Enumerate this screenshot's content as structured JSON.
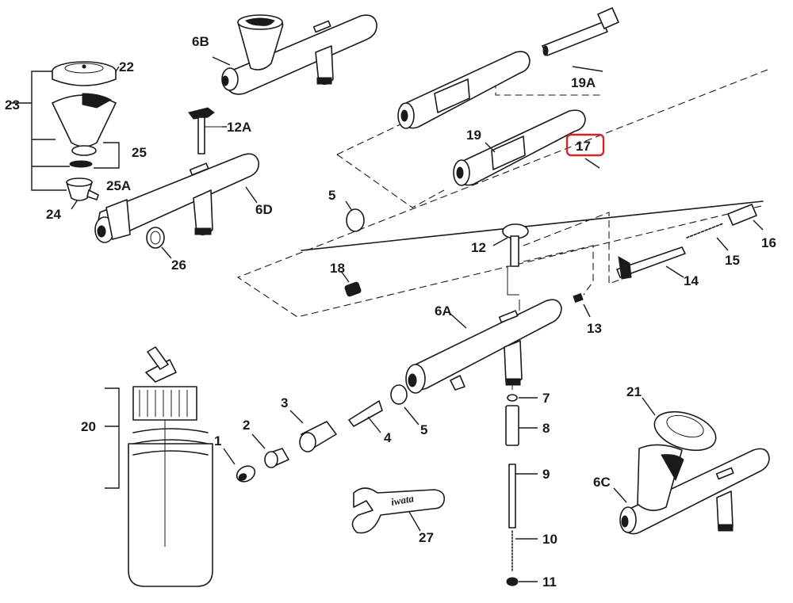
{
  "highlight": {
    "label": "17",
    "color": "#d0252c"
  },
  "labels": [
    {
      "id": "22",
      "text": "22"
    },
    {
      "id": "23",
      "text": "23"
    },
    {
      "id": "25",
      "text": "25"
    },
    {
      "id": "25A",
      "text": "25A"
    },
    {
      "id": "24",
      "text": "24"
    },
    {
      "id": "6B",
      "text": "6B"
    },
    {
      "id": "12A",
      "text": "12A"
    },
    {
      "id": "6D",
      "text": "6D"
    },
    {
      "id": "26",
      "text": "26"
    },
    {
      "id": "19A",
      "text": "19A"
    },
    {
      "id": "19",
      "text": "19"
    },
    {
      "id": "17",
      "text": "17"
    },
    {
      "id": "5a",
      "text": "5"
    },
    {
      "id": "18",
      "text": "18"
    },
    {
      "id": "12",
      "text": "12"
    },
    {
      "id": "16",
      "text": "16"
    },
    {
      "id": "15",
      "text": "15"
    },
    {
      "id": "14",
      "text": "14"
    },
    {
      "id": "13",
      "text": "13"
    },
    {
      "id": "6A",
      "text": "6A"
    },
    {
      "id": "7",
      "text": "7"
    },
    {
      "id": "8",
      "text": "8"
    },
    {
      "id": "9",
      "text": "9"
    },
    {
      "id": "10",
      "text": "10"
    },
    {
      "id": "11",
      "text": "11"
    },
    {
      "id": "21",
      "text": "21"
    },
    {
      "id": "6C",
      "text": "6C"
    },
    {
      "id": "20",
      "text": "20"
    },
    {
      "id": "1",
      "text": "1"
    },
    {
      "id": "2",
      "text": "2"
    },
    {
      "id": "3",
      "text": "3"
    },
    {
      "id": "4",
      "text": "4"
    },
    {
      "id": "5b",
      "text": "5"
    },
    {
      "id": "27",
      "text": "27"
    }
  ],
  "wrench_brand": "iwata"
}
